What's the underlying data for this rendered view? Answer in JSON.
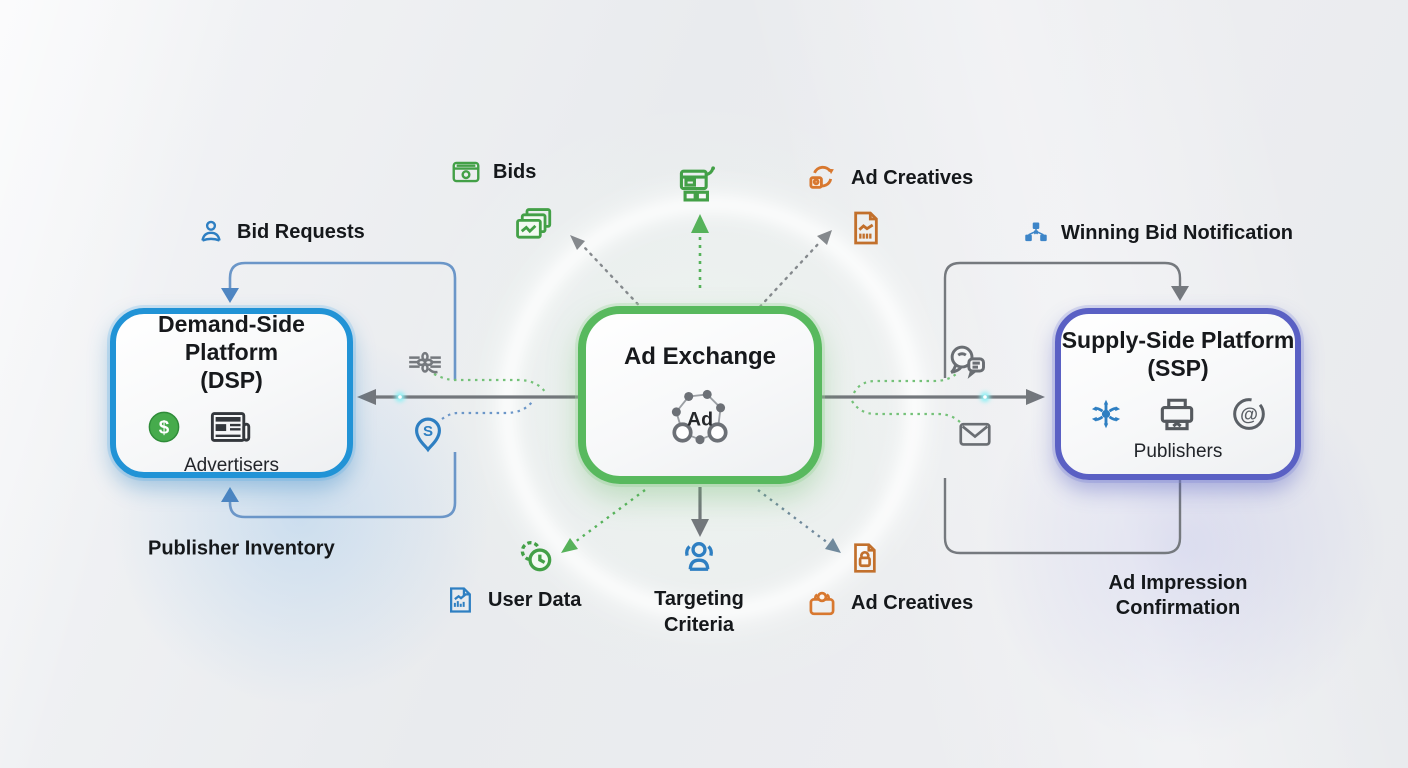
{
  "glyphs": {
    "dollar": "$",
    "at": "@",
    "s_pin": "S"
  },
  "nodes": {
    "dsp": {
      "title": "Demand-Side Platform",
      "subtitle": "(DSP)",
      "entity": "Advertisers"
    },
    "ad_exchange": {
      "title": "Ad Exchange",
      "hub_label": "Ad"
    },
    "ssp": {
      "title": "Supply-Side Platform",
      "subtitle": "(SSP)",
      "entity": "Publishers"
    }
  },
  "flow_labels": {
    "bid_requests": "Bid Requests",
    "bids": "Bids",
    "ad_creatives_top": "Ad Creatives",
    "winning_bid_notification": "Winning Bid Notification",
    "publisher_inventory": "Publisher Inventory",
    "user_data": "User Data",
    "targeting_criteria_line1": "Targeting",
    "targeting_criteria_line2": "Criteria",
    "ad_creatives_bottom": "Ad Creatives",
    "ad_impression_line1": "Ad Impression",
    "ad_impression_line2": "Confirmation"
  },
  "colors": {
    "background": "#e9ebee",
    "dsp_border": "#2193d6",
    "ad_exchange_border": "#58b95e",
    "ssp_border": "#5a60c4",
    "blue_flow": "#6b96c8",
    "gray_flow": "#75797e",
    "green_accent": "#43a047",
    "orange_accent": "#d8782f",
    "blue_accent": "#2e7fc2",
    "label_text": "#15181b"
  },
  "icons": [
    "person-icon",
    "wallet-icon",
    "stacked-ads-icon",
    "ad-window-icon",
    "refresh-creative-icon",
    "chart-document-icon",
    "network-blocks-icon",
    "data-weave-icon",
    "price-pin-icon",
    "chat-bubbles-icon",
    "envelope-icon",
    "dollar-circle-icon",
    "newspaper-icon",
    "ad-network-hub-icon",
    "distribution-icon",
    "printer-icon",
    "at-symbol-icon",
    "document-stats-icon",
    "gear-clock-icon",
    "audience-icon",
    "creative-document-icon",
    "shopping-bag-icon"
  ]
}
